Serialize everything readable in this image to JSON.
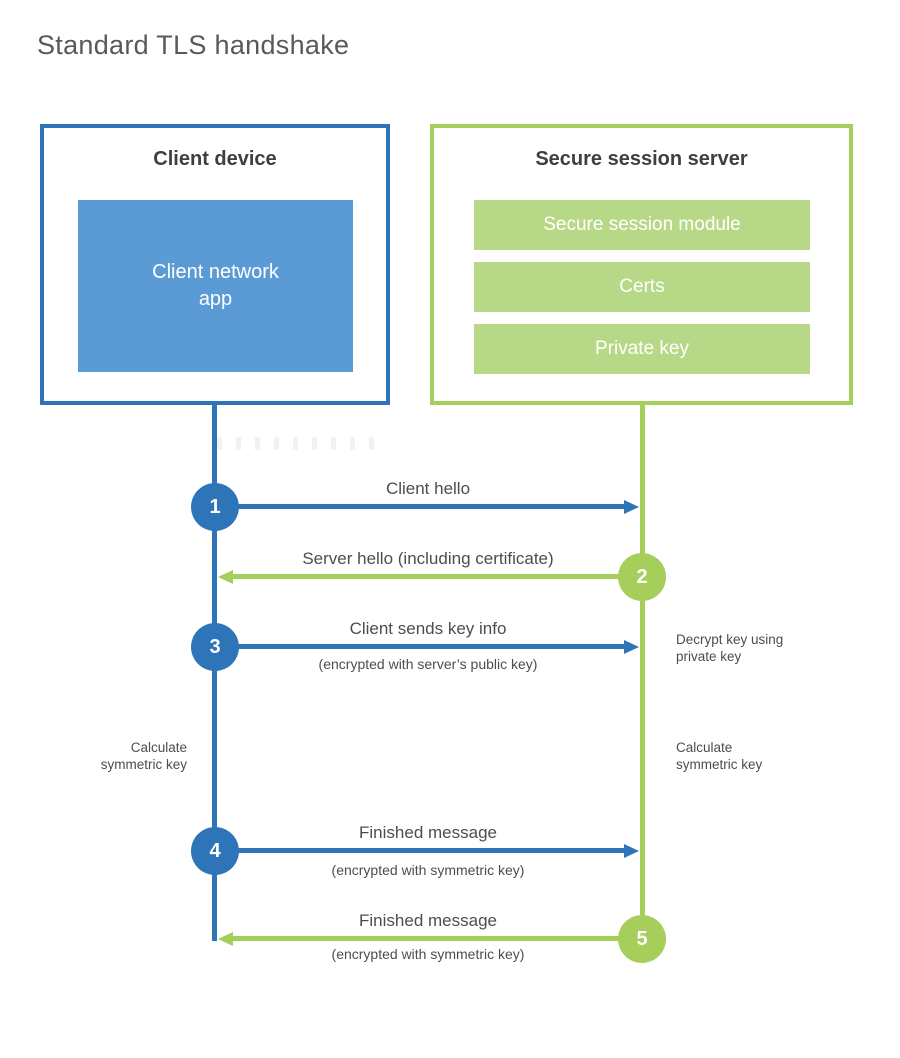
{
  "title": "Standard TLS handshake",
  "colors": {
    "blue": "#2e74b8",
    "blue_fill": "#5b9bd5",
    "green": "#a5ce5a",
    "green_fill": "#b7d987",
    "title_text": "#595959",
    "heading_text": "#3f3f3f",
    "label_text": "#4d4d4d"
  },
  "client": {
    "title": "Client device",
    "app_label": "Client network\napp"
  },
  "server": {
    "title": "Secure session server",
    "modules": [
      "Secure session module",
      "Certs",
      "Private key"
    ]
  },
  "steps": [
    {
      "number": "1",
      "side": "client",
      "label": "Client hello",
      "sublabel": ""
    },
    {
      "number": "2",
      "side": "server",
      "label": "Server hello (including certificate)",
      "sublabel": ""
    },
    {
      "number": "3",
      "side": "client",
      "label": "Client sends key info",
      "sublabel": "(encrypted with server’s public key)"
    },
    {
      "number": "4",
      "side": "client",
      "label": "Finished message",
      "sublabel": "(encrypted with symmetric key)"
    },
    {
      "number": "5",
      "side": "server",
      "label": "Finished message",
      "sublabel": "(encrypted with symmetric key)"
    }
  ],
  "notes": {
    "decrypt": "Decrypt key using\nprivate key",
    "calculate_left": "Calculate\nsymmetric key",
    "calculate_right": "Calculate\nsymmetric key"
  }
}
